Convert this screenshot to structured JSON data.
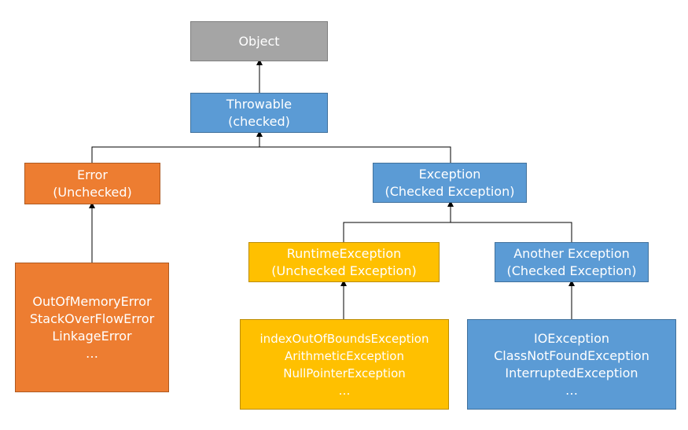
{
  "nodes": {
    "object": {
      "lines": [
        "Object"
      ]
    },
    "throwable": {
      "lines": [
        "Throwable",
        "(checked)"
      ]
    },
    "error": {
      "lines": [
        "Error",
        "(Unchecked)"
      ]
    },
    "exception": {
      "lines": [
        "Exception",
        "(Checked Exception)"
      ]
    },
    "runtime_exception": {
      "lines": [
        "RuntimeException",
        "(Unchecked Exception)"
      ]
    },
    "another_exception": {
      "lines": [
        "Another Exception",
        "(Checked Exception)"
      ]
    },
    "error_examples": {
      "lines": [
        "OutOfMemoryError",
        "StackOverFlowError",
        "LinkageError",
        "…"
      ]
    },
    "runtime_examples": {
      "lines": [
        "indexOutOfBoundsException",
        "ArithmeticException",
        "NullPointerException",
        "…"
      ]
    },
    "checked_examples": {
      "lines": [
        "IOException",
        "ClassNotFoundException",
        "InterruptedException",
        "…"
      ]
    }
  },
  "colors": {
    "gray": "#a5a5a5",
    "blue": "#5b9bd5",
    "orange": "#ed7d31",
    "yellow": "#ffc000",
    "connector": "#000000"
  }
}
